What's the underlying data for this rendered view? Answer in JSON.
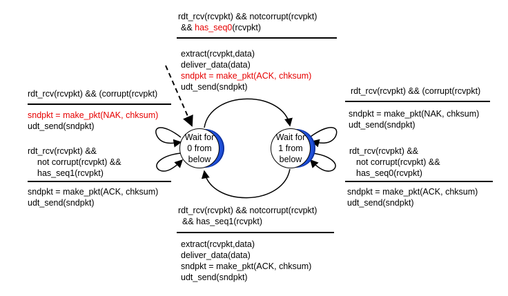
{
  "top_transition": {
    "guard_a": "rdt_rcv(rcvpkt) && notcorrupt(rcvpkt)",
    "guard_b_prefix": "&& ",
    "guard_b_red": "has_seq0",
    "guard_b_suffix": "(rcvpkt)",
    "actions": [
      "extract(rcvpkt,data)",
      "deliver_data(data)"
    ],
    "action_red": "sndpkt = make_pkt(ACK, chksum)",
    "action_last": "udt_send(sndpkt)"
  },
  "left_corrupt": {
    "guard": "rdt_rcv(rcvpkt) && (corrupt(rcvpkt)",
    "action_red": "sndpkt = make_pkt(NAK, chksum)",
    "action": "udt_send(sndpkt)"
  },
  "left_seq1": {
    "guard": [
      "rdt_rcv(rcvpkt) &&",
      "not corrupt(rcvpkt) &&",
      "has_seq1(rcvpkt)"
    ],
    "actions": [
      "sndpkt = make_pkt(ACK, chksum)",
      "udt_send(sndpkt)"
    ]
  },
  "right_corrupt": {
    "guard": "rdt_rcv(rcvpkt) && (corrupt(rcvpkt)",
    "actions": [
      "sndpkt = make_pkt(NAK, chksum)",
      "udt_send(sndpkt)"
    ]
  },
  "right_seq0": {
    "guard": [
      "rdt_rcv(rcvpkt) &&",
      "not corrupt(rcvpkt) &&",
      "has_seq0(rcvpkt)"
    ],
    "actions": [
      "sndpkt = make_pkt(ACK, chksum)",
      "udt_send(sndpkt)"
    ]
  },
  "bottom_transition": {
    "guard": [
      "rdt_rcv(rcvpkt) && notcorrupt(rcvpkt)",
      "&& has_seq1(rcvpkt)"
    ],
    "actions": [
      "extract(rcvpkt,data)",
      "deliver_data(data)",
      "sndpkt = make_pkt(ACK, chksum)",
      "udt_send(sndpkt)"
    ]
  },
  "states": {
    "wait0": [
      "Wait for",
      "0 from",
      "below"
    ],
    "wait1": [
      "Wait for",
      "1 from",
      "below"
    ]
  }
}
